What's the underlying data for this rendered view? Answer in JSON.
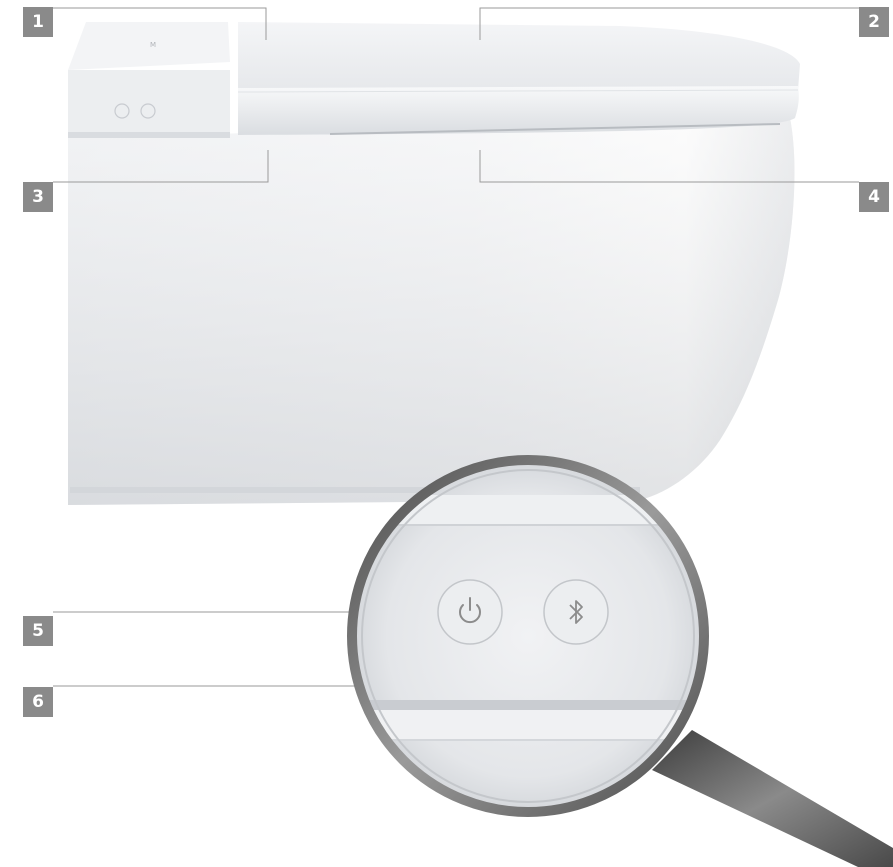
{
  "callouts": [
    {
      "number": "1",
      "target": "seat-lid-control-panel-cover"
    },
    {
      "number": "2",
      "target": "toilet-lid"
    },
    {
      "number": "3",
      "target": "control-unit-joint"
    },
    {
      "number": "4",
      "target": "seat-ring-joint"
    },
    {
      "number": "5",
      "target": "power-button"
    },
    {
      "number": "6",
      "target": "bluetooth-button"
    }
  ],
  "icons": {
    "power": "power-icon",
    "bluetooth": "bluetooth-icon",
    "magnifier": "magnifying-glass"
  },
  "colors": {
    "callout_fill": "#8a8a8a",
    "callout_text": "#ffffff",
    "leader_line": "#9a9a9a",
    "ceramic": "#eceef0",
    "button_icon": "#8c8c8c",
    "lens_rim": "#6e6e6e",
    "handle": "#5a5a5a"
  }
}
